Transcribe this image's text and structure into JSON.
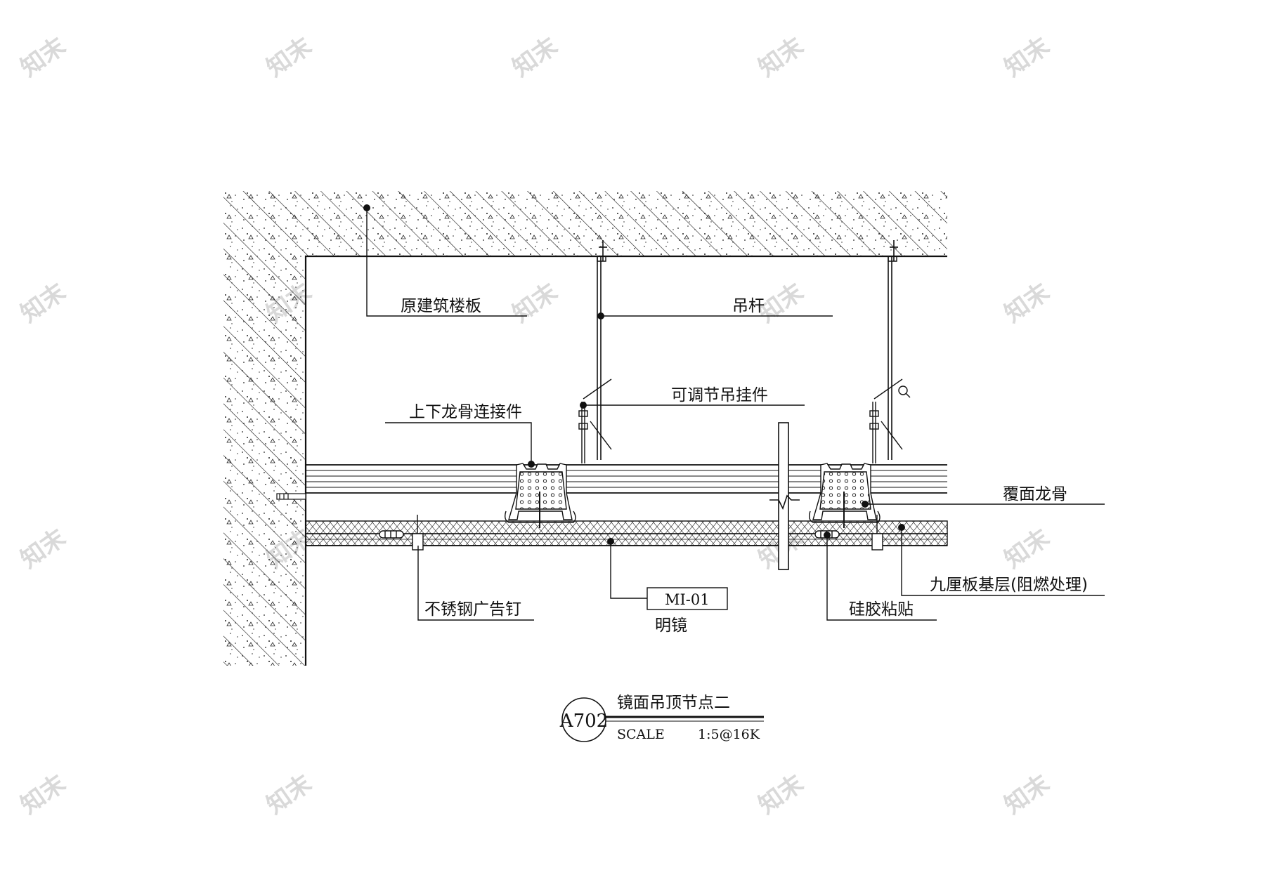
{
  "labels": {
    "slab": "原建筑楼板",
    "hanger_rod": "吊杆",
    "adjustable_hanger": "可调节吊挂件",
    "keel_connector": "上下龙骨连接件",
    "cover_keel": "覆面龙骨",
    "plywood_base": "九厘板基层(阻燃处理)",
    "stainless_nail": "不锈钢广告钉",
    "silicone": "硅胶粘贴",
    "material_tag": "MI-01",
    "material_name": "明镜"
  },
  "title_block": {
    "detail_no": "A702",
    "title": "镜面吊顶节点二",
    "scale_label": "SCALE",
    "scale_value": "1:5@16K"
  },
  "watermark": {
    "text": "知末"
  },
  "colors": {
    "line": "#111111",
    "watermark": "#d9d9d9"
  }
}
